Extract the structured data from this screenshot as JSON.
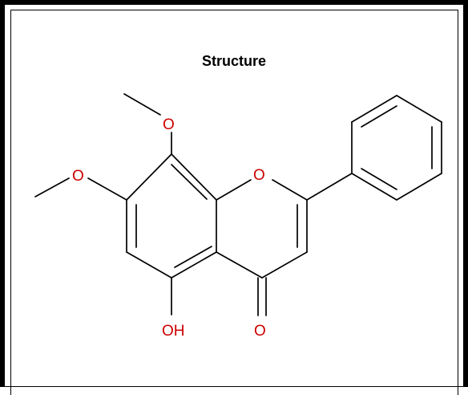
{
  "title": "Structure",
  "atom_color": "#cc0000",
  "bond_color": "#000000",
  "atoms": {
    "o_methoxy_8": "O",
    "o_methoxy_7": "O",
    "o_ring": "O",
    "oh_5": "OH",
    "o_carbonyl": "O"
  }
}
